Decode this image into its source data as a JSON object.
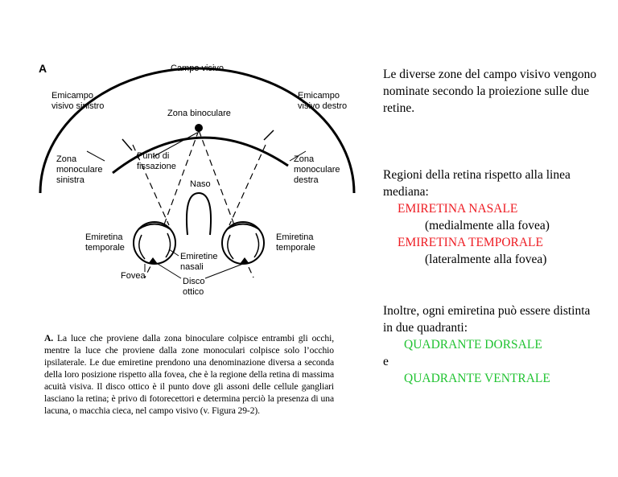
{
  "figure": {
    "panel_letter": "A",
    "labels": {
      "campo_visivo": "Campo visivo",
      "emicampo_sinistro_1": "Emicampo",
      "emicampo_sinistro_2": "visivo sinistro",
      "emicampo_destro_1": "Emicampo",
      "emicampo_destro_2": "visivo destro",
      "zona_binoculare": "Zona binoculare",
      "punto_fissazione_1": "Punto di",
      "punto_fissazione_2": "fissazione",
      "zona_mono_sx_1": "Zona",
      "zona_mono_sx_2": "monoculare",
      "zona_mono_sx_3": "sinistra",
      "zona_mono_dx_1": "Zona",
      "zona_mono_dx_2": "monoculare",
      "zona_mono_dx_3": "destra",
      "naso": "Naso",
      "emiretina_temp_sx_1": "Emiretina",
      "emiretina_temp_sx_2": "temporale",
      "emiretina_temp_dx_1": "Emiretina",
      "emiretina_temp_dx_2": "temporale",
      "emiretine_nasali_1": "Emiretine",
      "emiretine_nasali_2": "nasali",
      "fovea": "Fovea",
      "disco_ottico_1": "Disco",
      "disco_ottico_2": "ottico"
    }
  },
  "caption": {
    "letter": "A.",
    "text": "La luce che proviene dalla zona binoculare colpisce entrambi gli occhi, mentre la luce che proviene dalla zone monoculari colpisce solo l’occhio ipsilaterale. Le due emiretine prendono una denominazione diversa a seconda della loro posizione rispetto alla fovea, che è la regione della retina di massima acuità visiva. Il disco ottico è il punto dove gli assoni delle cellule gangliari lasciano la retina; è privo di fotorecettori e determina perciò la presenza di una lacuna, o macchia cieca, nel campo visivo (v. Figura 29-2)."
  },
  "right_text": {
    "p1": "Le diverse zone del campo visivo vengono nominate secondo la proiezione sulle due retine.",
    "p2_intro": "Regioni della retina rispetto alla linea mediana:",
    "nasale": "EMIRETINA NASALE",
    "nasale_desc": "(medialmente alla fovea)",
    "temporale": "EMIRETINA TEMPORALE",
    "temporale_desc": "(lateralmente alla fovea)",
    "p3_intro": "Inoltre, ogni emiretina può essere distinta in due quadranti:",
    "dorsale": "QUADRANTE DORSALE",
    "e": "e",
    "ventrale": "QUADRANTE VENTRALE"
  },
  "colors": {
    "retina_highlight": "#ee1c23",
    "quadrant_highlight": "#21c332"
  }
}
